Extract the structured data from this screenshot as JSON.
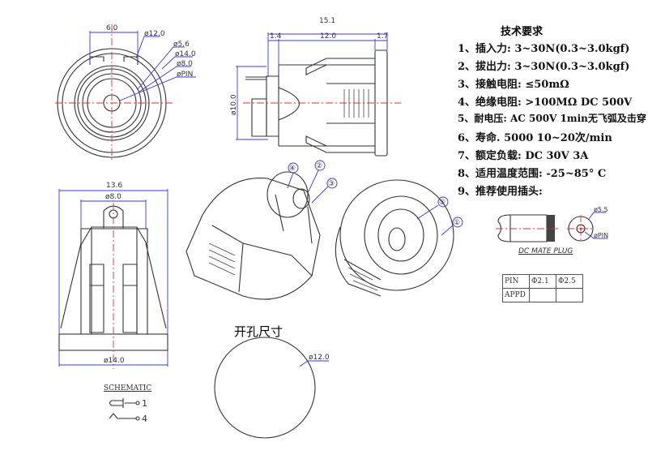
{
  "front_view": {
    "dims": [
      "6.0",
      "ø12.0",
      "ø5.6",
      "ø14.0",
      "ø8.0",
      "øPIN"
    ]
  },
  "side_view": {
    "dims": [
      "15.1",
      "1.4",
      "12.0",
      "1.7",
      "ø10.0"
    ]
  },
  "bottom_view": {
    "dims": [
      "13.6",
      "ø8.0",
      "ø14.0"
    ]
  },
  "iso_labels": [
    "④",
    "②",
    "③",
    "⑤",
    "①"
  ],
  "hole": {
    "title": "开孔尺寸",
    "dim": "ø12.0"
  },
  "schematic": {
    "title": "SCHEMATIC",
    "pin1": "1",
    "pin4": "4"
  },
  "specs": {
    "heading": "技术要求",
    "items": [
      "1、插入力: 3~30N(0.3~3.0kgf)",
      "2、拔出力: 3~30N(0.3~3.0kgf)",
      "3、接触电阻: ≤50mΩ",
      "4、绝缘电阻: >100MΩ  DC  500V",
      "5、耐电压: AC  500V  1min无飞弧及击穿",
      "6、寿命. 5000 10~20次/min",
      "7、额定负载: DC  30V  3A",
      "8、适用温度范围: -25~85° C",
      "9、推荐使用插头:"
    ]
  },
  "plug": {
    "caption": "DC MATE PLUG",
    "dims": [
      "ø5.5",
      "øPIN"
    ]
  },
  "pin_table": {
    "rows": [
      [
        "PIN",
        "Φ2.1",
        "Φ2.5"
      ],
      [
        "APPD",
        "",
        ""
      ]
    ]
  }
}
